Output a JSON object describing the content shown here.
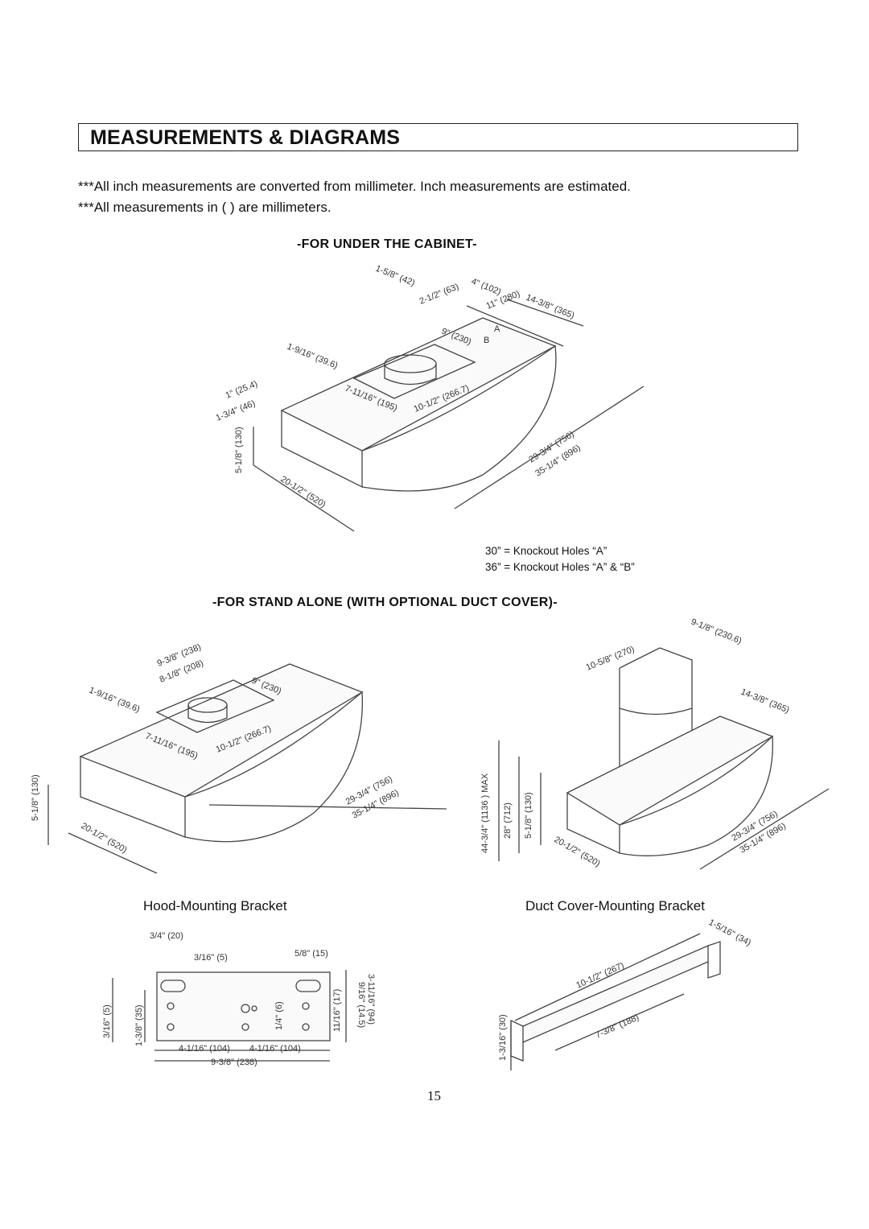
{
  "page": {
    "title": "MEASUREMENTS & DIAGRAMS",
    "notes": [
      "***All inch measurements are converted from millimeter.  Inch measurements are estimated.",
      "***All measurements in ( ) are millimeters."
    ],
    "page_number": "15"
  },
  "under_cabinet": {
    "heading": "-FOR UNDER THE CABINET-",
    "dims": {
      "d1": "1-5/8\" (42)",
      "d2": "2-1/2\" (63)",
      "d3": "4\" (102)",
      "d4": "11\" (280)",
      "d5": "14-3/8\" (365)",
      "d6": "9\" (230)",
      "d7": "1-9/16\" (39.6)",
      "d8": "1\" (25.4)",
      "d9": "1-3/4\" (46)",
      "d10": "7-11/16\" (195)",
      "d11": "10-1/2\" (266.7)",
      "d12": "5-1/8\" (130)",
      "d13": "20-1/2\" (520)",
      "d14": "29-3/4\" (756)",
      "d15": "35-1/4\" (896)",
      "a": "A",
      "b": "B"
    },
    "legend": [
      "30” = Knockout Holes “A”",
      "36” = Knockout Holes “A” & “B”"
    ]
  },
  "stand_alone": {
    "heading": "-FOR STAND ALONE (WITH OPTIONAL DUCT COVER)-",
    "left_dims": {
      "d1": "9-3/8\" (238)",
      "d2": "8-1/8\" (208)",
      "d3": "9\" (230)",
      "d4": "1-9/16\" (39.6)",
      "d5": "7-11/16\" (195)",
      "d6": "10-1/2\" (266.7)",
      "d7": "5-1/8\" (130)",
      "d8": "20-1/2\" (520)",
      "d9": "29-3/4\" (756)",
      "d10": "35-1/4\" (896)"
    },
    "right_dims": {
      "d1": "10-5/8\" (270)",
      "d2": "9-1/8\" (230.6)",
      "d3": "14-3/8\" (365)",
      "d4": "44-3/4\" (1136 ) MAX",
      "d5": "28\" (712)",
      "d6": "5-1/8\" (130)",
      "d7": "20-1/2\" (520)",
      "d8": "29-3/4\" (756)",
      "d9": "35-1/4\" (896)"
    }
  },
  "hood_bracket": {
    "caption": "Hood-Mounting Bracket",
    "dims": {
      "d1": "3/4\" (20)",
      "d2": "3/16\" (5)",
      "d3": "5/8\" (15)",
      "d4": "3-11/16\" (94)",
      "d5": "9/16\" (14.5)",
      "d6": "11/16\" (17)",
      "d7": "1/4\" (6)",
      "d8": "3/16\" (5)",
      "d9": "1-3/8\" (35)",
      "d10": "4-1/16\" (104)",
      "d11": "4-1/16\" (104)",
      "d12": "9-3/8\" (238)"
    }
  },
  "duct_bracket": {
    "caption": "Duct Cover-Mounting Bracket",
    "dims": {
      "d1": "1-5/16\" (34)",
      "d2": "10-1/2\" (267)",
      "d3": "7-3/8\" (188)",
      "d4": "1-3/16\" (30)"
    }
  }
}
